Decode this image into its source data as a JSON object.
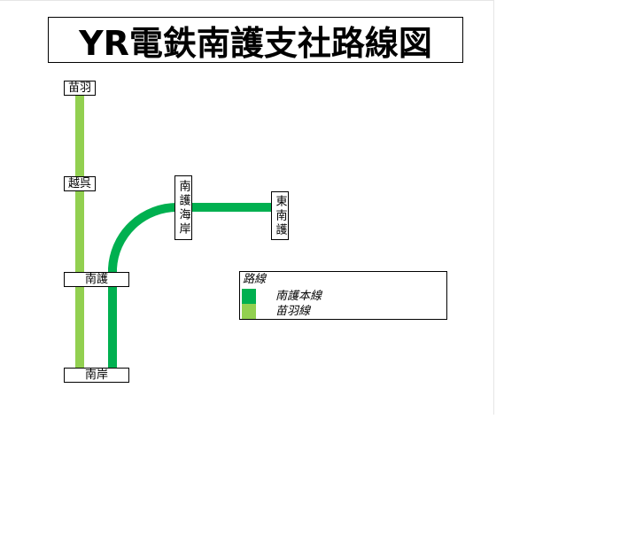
{
  "title": "YR電鉄南護支社路線図",
  "colors": {
    "main_line": "#00b050",
    "naeba_line": "#92d050"
  },
  "stations": {
    "naeba": "苗羽",
    "etsugo": "越呉",
    "nango": "南護",
    "nangan": "南岸",
    "nango_kaigan": "南護海岸",
    "higashi_nango": "東南護"
  },
  "legend": {
    "title": "路線",
    "items": [
      {
        "label": "南護本線",
        "color": "#00b050"
      },
      {
        "label": "苗羽線",
        "color": "#92d050"
      }
    ]
  }
}
